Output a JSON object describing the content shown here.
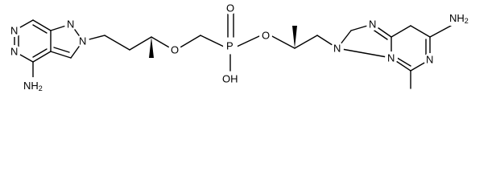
{
  "structure": {
    "bond_color": "#000000",
    "atoms": {
      "left_purine_n1": "N",
      "left_purine_n3": "N",
      "left_purine_n7": "N",
      "left_purine_n9": "N",
      "left_amine": "NH",
      "left_amine_sub": "2",
      "ether_oxygen": "O",
      "phosphorus": "P",
      "phosphoryl_oxygen": "O",
      "ester_oxygen": "O",
      "hydroxyl": "OH",
      "right_purine_n1": "N",
      "right_purine_n3": "N",
      "right_purine_n7": "N",
      "right_purine_n9": "N",
      "right_amine": "NH",
      "right_amine_sub": "2"
    }
  }
}
